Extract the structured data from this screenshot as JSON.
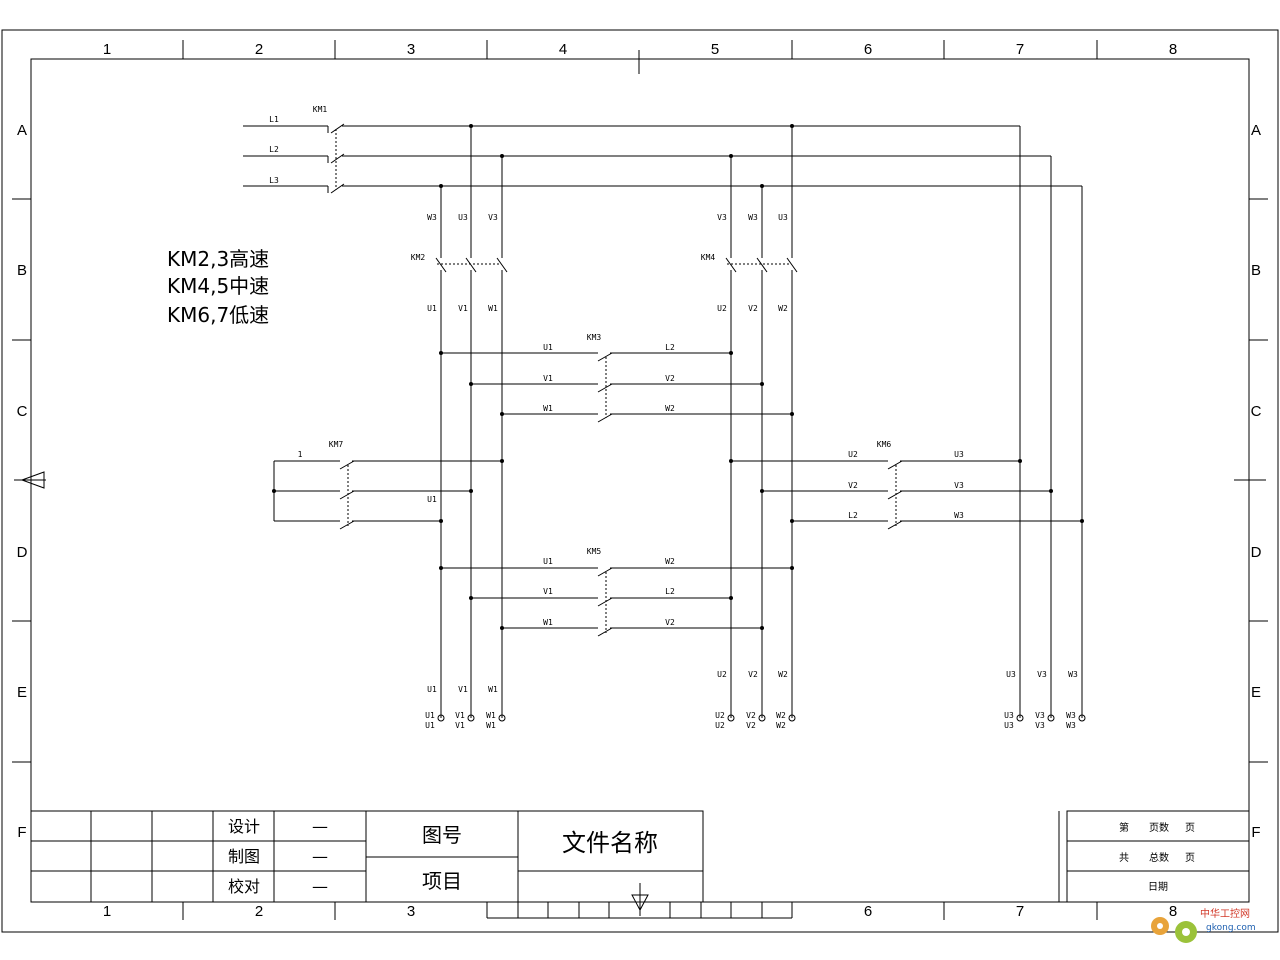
{
  "frame": {
    "column_numbers": [
      "1",
      "2",
      "3",
      "4",
      "5",
      "6",
      "7",
      "8"
    ],
    "bottom_column_numbers": [
      "1",
      "2",
      "3",
      "6",
      "7",
      "8"
    ],
    "row_letters": [
      "A",
      "B",
      "C",
      "D",
      "E",
      "F"
    ]
  },
  "notes": [
    "KM2,3高速",
    "KM4,5中速",
    "KM6,7低速"
  ],
  "contactors": {
    "km1": "KM1",
    "km2": "KM2",
    "km3": "KM3",
    "km4": "KM4",
    "km5": "KM5",
    "km6": "KM6",
    "km7": "KM7"
  },
  "lines": {
    "l1": "L1",
    "l2": "L2",
    "l3": "L3"
  },
  "labels": {
    "w3": "W3",
    "u3": "U3",
    "v3": "V3",
    "u1": "U1",
    "v1": "V1",
    "w1": "W1",
    "u2": "U2",
    "v2": "V2",
    "w2": "W2",
    "l2": "L2",
    "one": "1"
  },
  "title_block": {
    "design": "设计",
    "drafting": "制图",
    "check": "校对",
    "dash": "—",
    "drawing_no": "图号",
    "project": "项目",
    "file_name": "文件名称",
    "sheet_no": "第",
    "sheet_count": "页数",
    "page": "页",
    "total": "共",
    "total_count": "总数",
    "date": "日期"
  },
  "watermark": {
    "name": "中华工控网",
    "url": "gkong.com"
  }
}
